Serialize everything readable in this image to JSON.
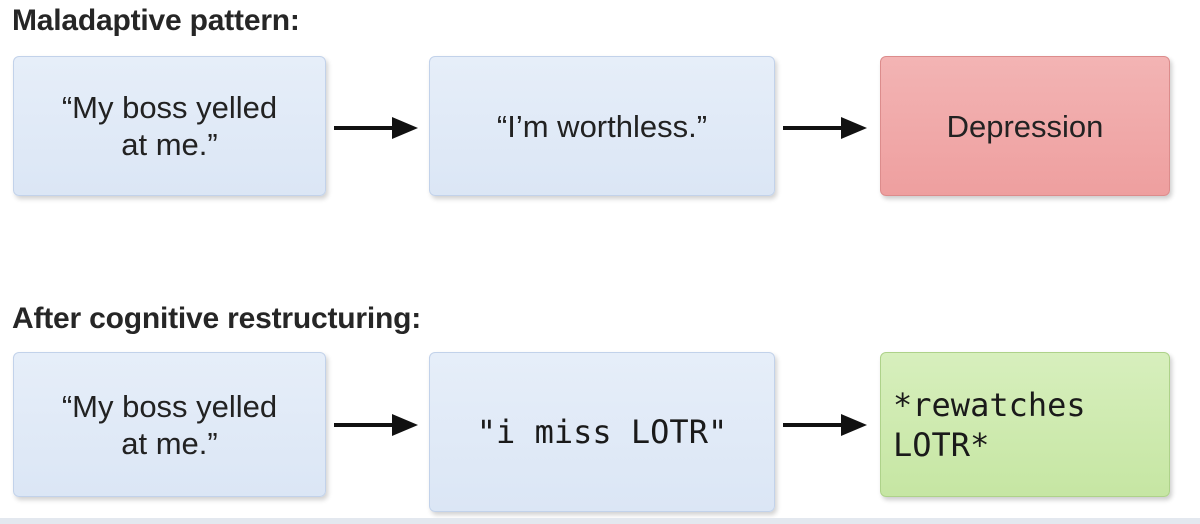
{
  "rows": [
    {
      "heading": "Maladaptive pattern:",
      "boxes": [
        {
          "text": "“My boss yelled\nat me.”",
          "style": "blue"
        },
        {
          "text": "“I’m worthless.”",
          "style": "blue"
        },
        {
          "text": "Depression",
          "style": "red"
        }
      ]
    },
    {
      "heading": "After cognitive restructuring:",
      "boxes": [
        {
          "text": "“My boss yelled\nat me.”",
          "style": "blue"
        },
        {
          "text": "\"i miss LOTR\"",
          "style": "blue-mono"
        },
        {
          "text": "*rewatches\nLOTR*",
          "style": "green-mono"
        }
      ]
    }
  ],
  "colors": {
    "box_blue": "#dde7f5",
    "box_red": "#f0a8a8",
    "box_green": "#cbe8aa",
    "arrow": "#111111",
    "heading": "#262626"
  },
  "icons": [
    "arrow-right-icon"
  ]
}
